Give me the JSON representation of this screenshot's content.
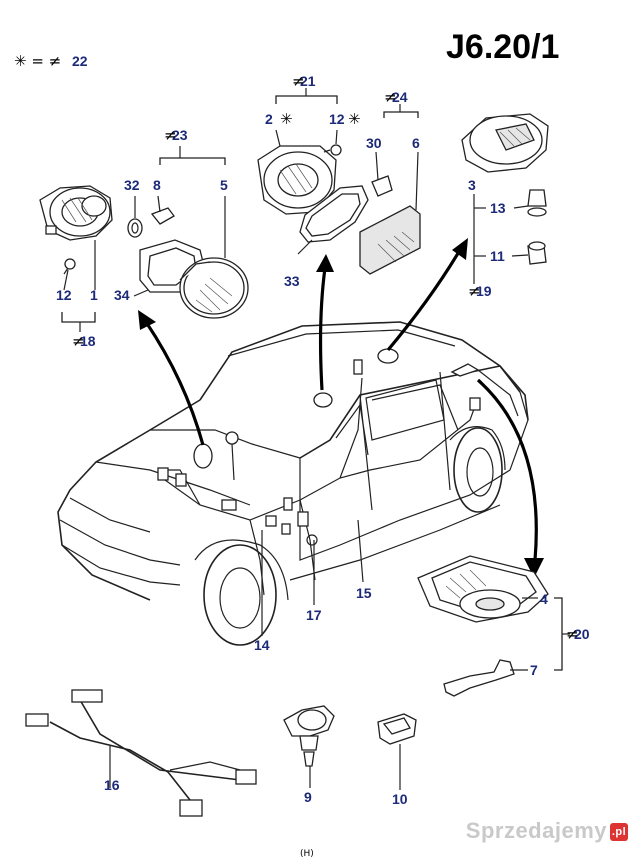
{
  "page_code": "J6.20/1",
  "legend": {
    "symbol": "✳ = ≠",
    "ref": "22"
  },
  "callouts": {
    "c1": "1",
    "c2": "2",
    "c3": "3",
    "c4": "4",
    "c5": "5",
    "c6": "6",
    "c7": "7",
    "c8": "8",
    "c9": "9",
    "c10": "10",
    "c11": "11",
    "c12a": "12",
    "c12b": "12",
    "c13": "13",
    "c14": "14",
    "c15": "15",
    "c16": "16",
    "c17": "17",
    "c18": "18",
    "c19": "19",
    "c20": "20",
    "c21": "21",
    "c23": "23",
    "c24": "24",
    "c30": "30",
    "c32": "32",
    "c33": "33",
    "c34": "34"
  },
  "footer_mark": "(H)",
  "watermark": {
    "text": "Sprzedajemy",
    "badge": ".pl"
  }
}
